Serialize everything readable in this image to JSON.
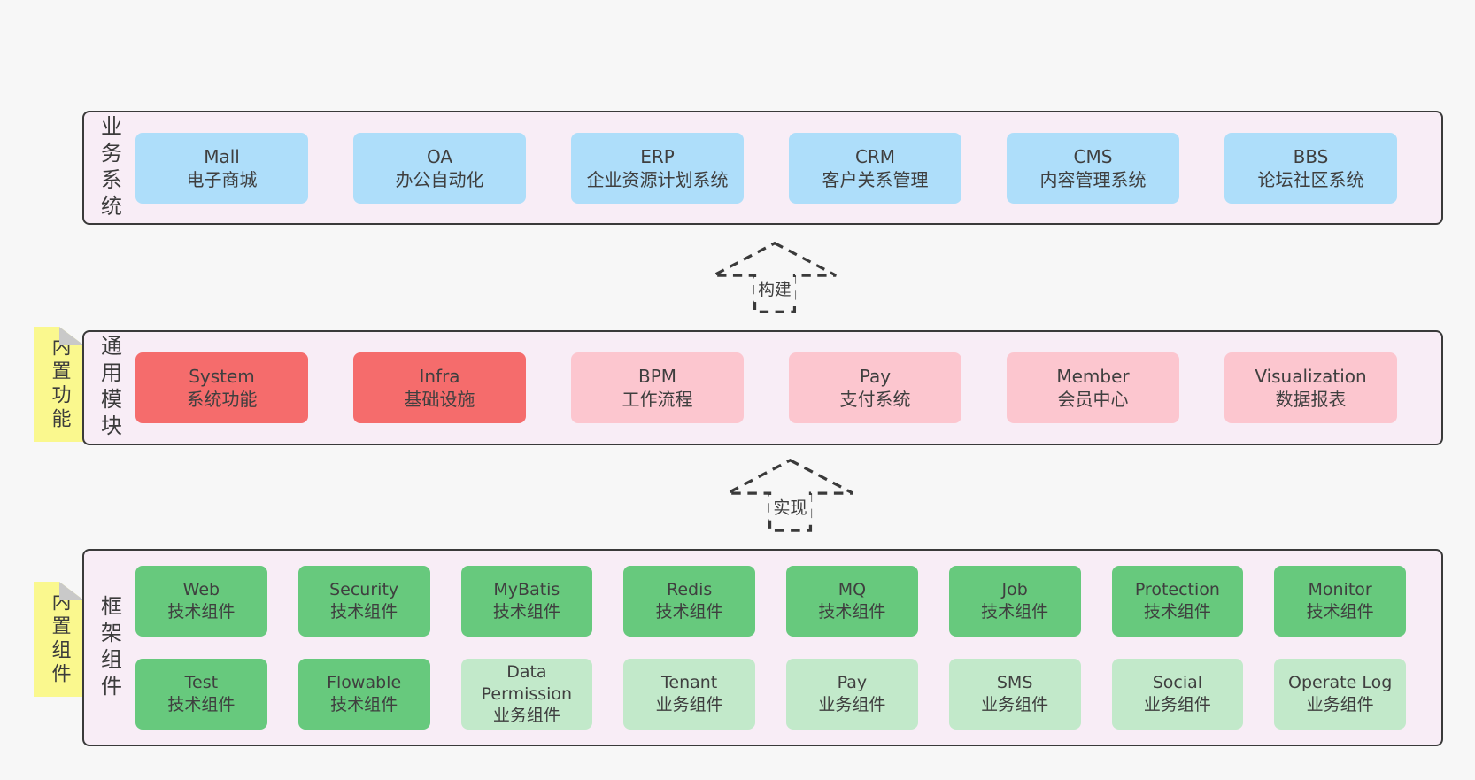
{
  "colors": {
    "page_bg": "#f7f7f7",
    "band_bg": "#f8edf6",
    "band_border": "#3a3a3a",
    "text": "#3f3f3f",
    "box_blue": "#aedefa",
    "box_red": "#f56c6c",
    "box_pink": "#fcc6cf",
    "box_green": "#67c97d",
    "box_light_green": "#c2e9ca",
    "note_yellow": "#faf88e",
    "note_fold_gray": "#c9c9c9"
  },
  "arrows": [
    {
      "label": "构建"
    },
    {
      "label": "实现"
    }
  ],
  "bands": [
    {
      "label": "业务系统",
      "boxes": [
        {
          "name": "Mall",
          "desc": "电子商城",
          "variant": "blue"
        },
        {
          "name": "OA",
          "desc": "办公自动化",
          "variant": "blue"
        },
        {
          "name": "ERP",
          "desc": "企业资源计划系统",
          "variant": "blue"
        },
        {
          "name": "CRM",
          "desc": "客户关系管理",
          "variant": "blue"
        },
        {
          "name": "CMS",
          "desc": "内容管理系统",
          "variant": "blue"
        },
        {
          "name": "BBS",
          "desc": "论坛社区系统",
          "variant": "blue"
        }
      ]
    },
    {
      "label": "通用模块",
      "side_note": "内置功能",
      "boxes": [
        {
          "name": "System",
          "desc": "系统功能",
          "variant": "red"
        },
        {
          "name": "Infra",
          "desc": "基础设施",
          "variant": "red"
        },
        {
          "name": "BPM",
          "desc": "工作流程",
          "variant": "pink"
        },
        {
          "name": "Pay",
          "desc": "支付系统",
          "variant": "pink"
        },
        {
          "name": "Member",
          "desc": "会员中心",
          "variant": "pink"
        },
        {
          "name": "Visualization",
          "desc": "数据报表",
          "variant": "pink"
        }
      ]
    },
    {
      "label": "框架组件",
      "side_note": "内置组件",
      "boxes": [
        {
          "name": "Web",
          "desc": "技术组件",
          "variant": "green"
        },
        {
          "name": "Security",
          "desc": "技术组件",
          "variant": "green"
        },
        {
          "name": "MyBatis",
          "desc": "技术组件",
          "variant": "green"
        },
        {
          "name": "Redis",
          "desc": "技术组件",
          "variant": "green"
        },
        {
          "name": "MQ",
          "desc": "技术组件",
          "variant": "green"
        },
        {
          "name": "Job",
          "desc": "技术组件",
          "variant": "green"
        },
        {
          "name": "Protection",
          "desc": "技术组件",
          "variant": "green"
        },
        {
          "name": "Monitor",
          "desc": "技术组件",
          "variant": "green"
        },
        {
          "name": "Test",
          "desc": "技术组件",
          "variant": "green"
        },
        {
          "name": "Flowable",
          "desc": "技术组件",
          "variant": "green"
        },
        {
          "name": "Data Permission",
          "desc": "业务组件",
          "variant": "light_green"
        },
        {
          "name": "Tenant",
          "desc": "业务组件",
          "variant": "light_green"
        },
        {
          "name": "Pay",
          "desc": "业务组件",
          "variant": "light_green"
        },
        {
          "name": "SMS",
          "desc": "业务组件",
          "variant": "light_green"
        },
        {
          "name": "Social",
          "desc": "业务组件",
          "variant": "light_green"
        },
        {
          "name": "Operate Log",
          "desc": "业务组件",
          "variant": "light_green"
        }
      ]
    }
  ]
}
